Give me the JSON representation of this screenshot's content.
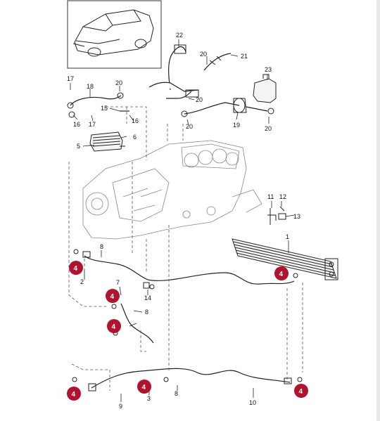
{
  "diagram": {
    "accent_color": "#b1122d",
    "callouts": [
      "1",
      "2",
      "3",
      "5",
      "6",
      "7",
      "8",
      "8",
      "8",
      "9",
      "10",
      "11",
      "12",
      "13",
      "14",
      "15",
      "16",
      "16",
      "17",
      "17",
      "18",
      "19",
      "20",
      "20",
      "20",
      "20",
      "20",
      "21",
      "22",
      "23"
    ],
    "highlighted_callouts": [
      "4",
      "4",
      "4",
      "4",
      "4",
      "4",
      "4"
    ],
    "background": "#ffffff"
  }
}
